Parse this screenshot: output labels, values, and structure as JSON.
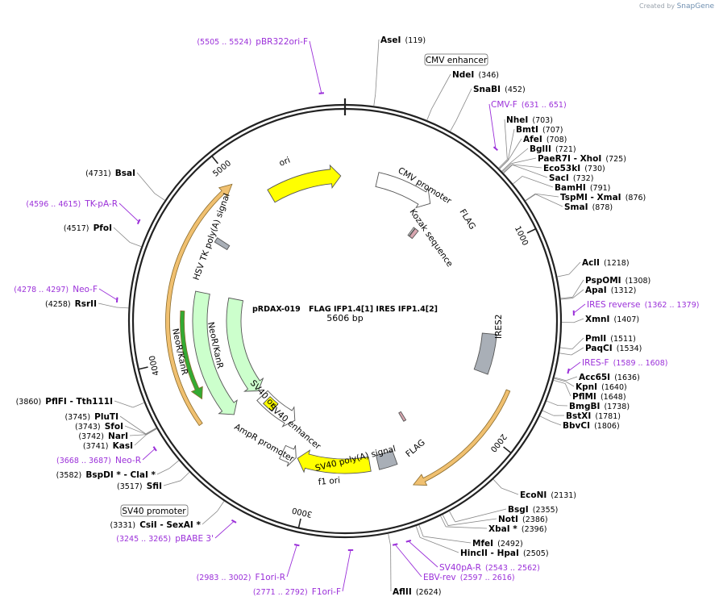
{
  "watermark": {
    "prefix": "Created by",
    "brand": "SnapGene"
  },
  "plasmid": {
    "name": "pRDAX-019",
    "subtitle": "FLAG IFP1.4[1] IRES IFP1.4[2]",
    "length_label": "5606 bp",
    "length": 5606
  },
  "ticks": [
    {
      "pos": 1000,
      "label": "1000"
    },
    {
      "pos": 2000,
      "label": "2000"
    },
    {
      "pos": 3000,
      "label": "3000"
    },
    {
      "pos": 4000,
      "label": "4000"
    },
    {
      "pos": 5000,
      "label": "5000"
    }
  ],
  "features": [
    {
      "name": "ori",
      "type": "arrow",
      "start": 5130,
      "end": 5580,
      "strand": 1,
      "color": "#ffff00",
      "track": 1
    },
    {
      "name": "CMV promoter",
      "type": "arrow",
      "start": 200,
      "end": 560,
      "strand": 1,
      "color": "#ffffff",
      "track": 1
    },
    {
      "name": "FLAG",
      "type": "box",
      "start": 580,
      "end": 610,
      "strand": 1,
      "color": "#d9a6b0",
      "track": 2
    },
    {
      "name": "Kozak sequence",
      "type": "box",
      "start": 565,
      "end": 575,
      "strand": 1,
      "color": "#ffffff",
      "track": 2
    },
    {
      "name": "IRES2",
      "type": "box",
      "start": 1480,
      "end": 1720,
      "strand": 0,
      "color": "#a9afb7",
      "track": 1
    },
    {
      "name": "",
      "type": "arrow",
      "start": 1760,
      "end": 2450,
      "strand": 1,
      "color": "#c0a060",
      "track": 0
    },
    {
      "name": "FLAG",
      "type": "box",
      "start": 2310,
      "end": 2330,
      "strand": 1,
      "color": "#d9a6b0",
      "track": 2
    },
    {
      "name": "SV40 poly(A) signal",
      "type": "box",
      "start": 2490,
      "end": 2600,
      "strand": 0,
      "color": "#a9afb7",
      "track": 1
    },
    {
      "name": "f1 ori",
      "type": "arrow",
      "start": 2650,
      "end": 3100,
      "strand": 1,
      "color": "#ffff00",
      "track": 1
    },
    {
      "name": "AmpR promoter",
      "type": "arrow",
      "start": 3110,
      "end": 3200,
      "strand": -1,
      "color": "#ffffff",
      "track": 1
    },
    {
      "name": "SV40 promoter",
      "type": "arrow",
      "start": 3220,
      "end": 3550,
      "strand": -1,
      "color": "#ffffff",
      "track": 2
    },
    {
      "name": "SV40 ori",
      "type": "box",
      "start": 3410,
      "end": 3500,
      "strand": 0,
      "color": "#ffff00",
      "track": 2
    },
    {
      "name": "NeoR/KanR",
      "type": "arrow",
      "start": 3580,
      "end": 4380,
      "strand": -1,
      "color": "#ccffcc",
      "track": 1
    },
    {
      "name": "NeoR/KanR",
      "type": "arrow",
      "start": 3600,
      "end": 4380,
      "strand": -1,
      "color": "#ccffcc",
      "track": 2
    },
    {
      "name": "",
      "type": "arrow",
      "start": 3760,
      "end": 4260,
      "strand": -1,
      "color": "#33aa33",
      "track": 0.5
    },
    {
      "name": "",
      "type": "arrow",
      "start": 3650,
      "end": 4990,
      "strand": 1,
      "color": "#c0a060",
      "track": 0
    },
    {
      "name": "HSV TK poly(A) signal",
      "type": "box",
      "start": 4690,
      "end": 4720,
      "strand": 0,
      "color": "#a9afb7",
      "track": 1
    }
  ],
  "feature_labels": [
    {
      "text": "CMV enhancer",
      "boxed": true
    },
    {
      "text": "CMV promoter"
    },
    {
      "text": "FLAG"
    },
    {
      "text": "Kozak sequence"
    },
    {
      "text": "IRES2"
    },
    {
      "text": "FLAG"
    },
    {
      "text": "SV40 poly(A) signal"
    },
    {
      "text": "f1 ori"
    },
    {
      "text": "AmpR promoter"
    },
    {
      "text": "SV40 promoter",
      "boxed": true
    },
    {
      "text": "SV40 ori"
    },
    {
      "text": "SV40 enhancer"
    },
    {
      "text": "NeoR/KanR"
    },
    {
      "text": "NeoR/KanR"
    },
    {
      "text": "HSV TK poly(A) signal"
    },
    {
      "text": "ori"
    }
  ],
  "enzymes": [
    {
      "name": "AseI",
      "pos": "(119)",
      "site": 119
    },
    {
      "name": "NdeI",
      "pos": "(346)",
      "site": 346
    },
    {
      "name": "SnaBI",
      "pos": "(452)",
      "site": 452
    },
    {
      "name": "NheI",
      "pos": "(703)",
      "site": 703
    },
    {
      "name": "BmtI",
      "pos": "(707)",
      "site": 707
    },
    {
      "name": "AfeI",
      "pos": "(708)",
      "site": 708
    },
    {
      "name": "BglII",
      "pos": "(721)",
      "site": 721
    },
    {
      "name": "PaeR7I - XhoI",
      "pos": "(725)",
      "site": 725
    },
    {
      "name": "Eco53kI",
      "pos": "(730)",
      "site": 730
    },
    {
      "name": "SacI",
      "pos": "(732)",
      "site": 732
    },
    {
      "name": "BamHI",
      "pos": "(791)",
      "site": 791
    },
    {
      "name": "TspMI - XmaI",
      "pos": "(876)",
      "site": 876
    },
    {
      "name": "SmaI",
      "pos": "(878)",
      "site": 878
    },
    {
      "name": "AclI",
      "pos": "(1218)",
      "site": 1218
    },
    {
      "name": "PspOMI",
      "pos": "(1308)",
      "site": 1308
    },
    {
      "name": "ApaI",
      "pos": "(1312)",
      "site": 1312
    },
    {
      "name": "XmnI",
      "pos": "(1407)",
      "site": 1407
    },
    {
      "name": "PmlI",
      "pos": "(1511)",
      "site": 1511
    },
    {
      "name": "PaqCI",
      "pos": "(1534)",
      "site": 1534
    },
    {
      "name": "Acc65I",
      "pos": "(1636)",
      "site": 1636
    },
    {
      "name": "KpnI",
      "pos": "(1640)",
      "site": 1640
    },
    {
      "name": "PflMI",
      "pos": "(1648)",
      "site": 1648
    },
    {
      "name": "BmgBI",
      "pos": "(1738)",
      "site": 1738
    },
    {
      "name": "BstXI",
      "pos": "(1781)",
      "site": 1781
    },
    {
      "name": "BbvCI",
      "pos": "(1806)",
      "site": 1806
    },
    {
      "name": "EcoNI",
      "pos": "(2131)",
      "site": 2131
    },
    {
      "name": "BsgI",
      "pos": "(2355)",
      "site": 2355
    },
    {
      "name": "NotI",
      "pos": "(2386)",
      "site": 2386
    },
    {
      "name": "XbaI *",
      "pos": "(2396)",
      "site": 2396
    },
    {
      "name": "MfeI",
      "pos": "(2492)",
      "site": 2492
    },
    {
      "name": "HincII - HpaI",
      "pos": "(2505)",
      "site": 2505
    },
    {
      "name": "AflII",
      "pos": "(2624)",
      "site": 2624
    },
    {
      "name": "CsiI - SexAI *",
      "pos": "(3331)",
      "site": 3331
    },
    {
      "name": "SfiI",
      "pos": "(3517)",
      "site": 3517
    },
    {
      "name": "BspDI * - ClaI *",
      "pos": "(3582)",
      "site": 3582
    },
    {
      "name": "KasI",
      "pos": "(3741)",
      "site": 3741
    },
    {
      "name": "NarI",
      "pos": "(3742)",
      "site": 3742
    },
    {
      "name": "SfoI",
      "pos": "(3743)",
      "site": 3743
    },
    {
      "name": "PluTI",
      "pos": "(3745)",
      "site": 3745
    },
    {
      "name": "PflFI - Tth111I",
      "pos": "(3860)",
      "site": 3860
    },
    {
      "name": "RsrII",
      "pos": "(4258)",
      "site": 4258
    },
    {
      "name": "PfoI",
      "pos": "(4517)",
      "site": 4517
    },
    {
      "name": "BsaI",
      "pos": "(4731)",
      "site": 4731
    }
  ],
  "primers": [
    {
      "name": "pBR322ori-F",
      "pos": "(5505 .. 5524)",
      "site": 5514,
      "strand": 1
    },
    {
      "name": "CMV-F",
      "pos": "(631 .. 651)",
      "site": 641,
      "strand": 1
    },
    {
      "name": "IRES reverse",
      "pos": "(1362 .. 1379)",
      "site": 1370,
      "strand": -1
    },
    {
      "name": "IRES-F",
      "pos": "(1589 .. 1608)",
      "site": 1598,
      "strand": 1
    },
    {
      "name": "SV40pA-R",
      "pos": "(2543 .. 2562)",
      "site": 2552,
      "strand": -1
    },
    {
      "name": "EBV-rev",
      "pos": "(2597 .. 2616)",
      "site": 2606,
      "strand": -1
    },
    {
      "name": "F1ori-F",
      "pos": "(2771 .. 2792)",
      "site": 2781,
      "strand": 1
    },
    {
      "name": "F1ori-R",
      "pos": "(2983 .. 3002)",
      "site": 2992,
      "strand": -1
    },
    {
      "name": "pBABE 3'",
      "pos": "(3245 .. 3265)",
      "site": 3255,
      "strand": -1
    },
    {
      "name": "Neo-R",
      "pos": "(3668 .. 3687)",
      "site": 3677,
      "strand": -1
    },
    {
      "name": "Neo-F",
      "pos": "(4278 .. 4297)",
      "site": 4287,
      "strand": 1
    },
    {
      "name": "TK-pA-R",
      "pos": "(4596 .. 4615)",
      "site": 4605,
      "strand": -1
    }
  ]
}
